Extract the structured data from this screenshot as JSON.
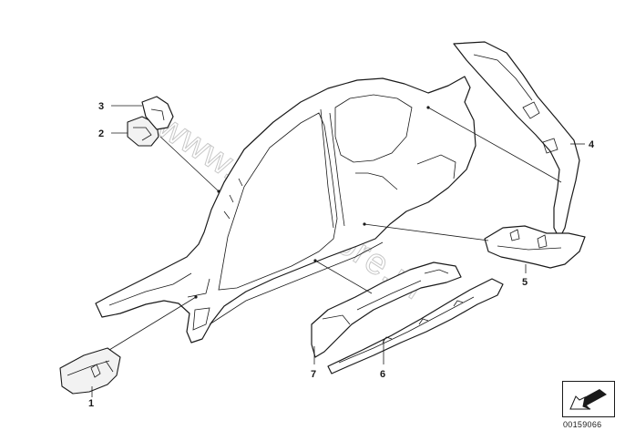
{
  "diagram": {
    "watermark": "www.BMWstore.pl",
    "diagram_id": "00159066",
    "callouts": [
      {
        "number": "1"
      },
      {
        "number": "2"
      },
      {
        "number": "3"
      },
      {
        "number": "4"
      },
      {
        "number": "5"
      },
      {
        "number": "6"
      },
      {
        "number": "7"
      }
    ],
    "nav_icon": "arrow-down-left-icon"
  }
}
